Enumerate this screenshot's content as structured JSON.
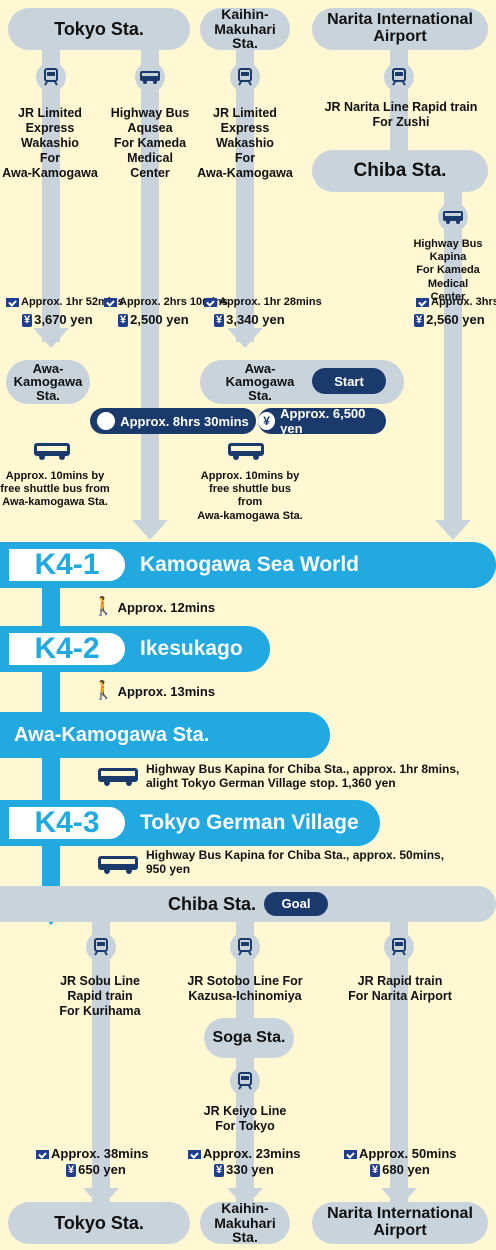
{
  "top": {
    "tokyo": "Tokyo Sta.",
    "kaihin": "Kaihin-\nMakuhari Sta.",
    "narita": "Narita International\nAirport",
    "chiba": "Chiba Sta."
  },
  "routes_top": {
    "r1_text": "JR Limited\nExpress\nWakashio\nFor\nAwa-Kamogawa",
    "r2_text": "Highway Bus\nAqusea\nFor Kameda\nMedical\nCenter",
    "r3_text": "JR Limited\nExpress\nWakashio\nFor\nAwa-Kamogawa",
    "r4_text": "JR Narita Line Rapid train\nFor Zushi",
    "r5_text": "Highway Bus Kapina\nFor Kameda Medical\nCenter",
    "r1_time": "Approx. 1hr 52mins",
    "r1_fare": "3,670 yen",
    "r2_time": "Approx. 2hrs 10mins",
    "r2_fare": "2,500 yen",
    "r3_time": "Approx. 1hr 28mins",
    "r3_fare": "3,340 yen",
    "r5_time": "Approx. 3hrs",
    "r5_fare": "2,560 yen",
    "yen_symbol": "¥"
  },
  "mid": {
    "awa_left": "Awa-Kamogawa\nSta.",
    "awa_right": "Awa-Kamogawa\nSta.",
    "start": "Start",
    "total_time": "Approx. 8hrs 30mins",
    "total_fare": "Approx. 6,500 yen",
    "shuttle_left": "Approx. 10mins by\nfree shuttle bus from\nAwa-kamogawa Sta.",
    "shuttle_right": "Approx. 10mins by\nfree shuttle bus from\nAwa-kamogawa Sta."
  },
  "spots": {
    "k41_code": "K4-1",
    "k41_name": "Kamogawa Sea World",
    "walk1": "Approx. 12mins",
    "k42_code": "K4-2",
    "k42_name": "Ikesukago",
    "walk2": "Approx. 13mins",
    "awa_band": "Awa-Kamogawa Sta.",
    "bus1": "Highway Bus Kapina for Chiba Sta., approx. 1hr 8mins,\nalight Tokyo German Village stop. 1,360 yen",
    "k43_code": "K4-3",
    "k43_name": "Tokyo German Village",
    "bus2": "Highway Bus Kapina for Chiba Sta., approx. 50mins,\n950 yen"
  },
  "bottom": {
    "chiba": "Chiba Sta.",
    "goal": "Goal",
    "b1_text": "JR Sobu Line\nRapid train\nFor Kurihama",
    "b2_text": "JR Sotobo Line For\nKazusa-Ichinomiya",
    "b3_text": "JR Rapid train\nFor Narita Airport",
    "soga": "Soga Sta.",
    "b2b_text": "JR Keiyo Line\nFor Tokyo",
    "b1_time": "Approx. 38mins",
    "b1_fare": "650 yen",
    "b2_time": "Approx. 23mins",
    "b2_fare": "330 yen",
    "b3_time": "Approx. 50mins",
    "b3_fare": "680 yen",
    "tokyo": "Tokyo Sta.",
    "kaihin": "Kaihin-\nMakuhari Sta.",
    "narita": "Narita International\nAirport"
  },
  "colors": {
    "lane": "#c9d3dc",
    "accent": "#21a9e0",
    "navy": "#1a3a6c",
    "bg": "#fff8d2"
  }
}
